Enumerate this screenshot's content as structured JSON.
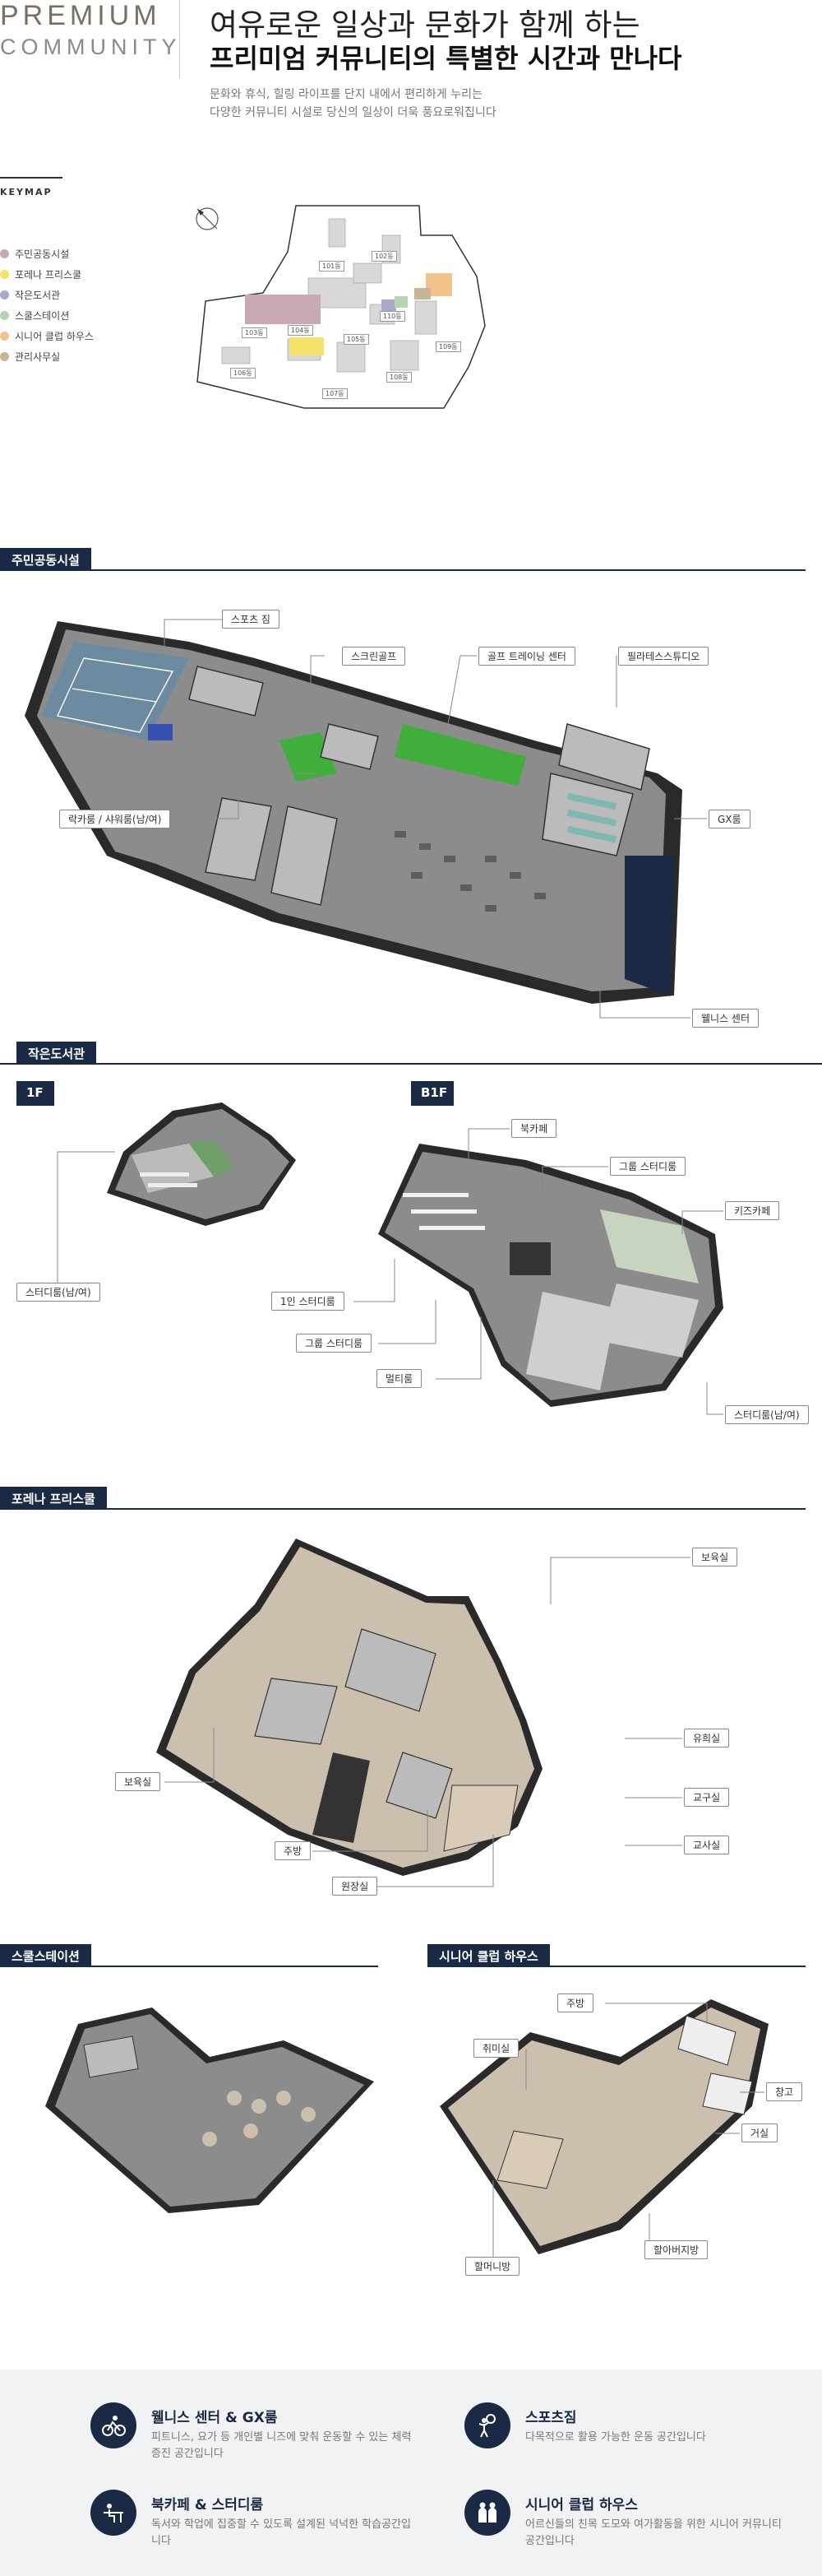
{
  "header": {
    "brand_line1": "PREMIUM",
    "brand_line2": "COMMUNITY",
    "title_light": "여유로운 일상과 문화가 함께 하는",
    "title_bold": "프리미엄 커뮤니티의 특별한 시간과 만나다",
    "description_1": "문화와 휴식, 힐링 라이프를 단지 내에서 편리하게 누리는",
    "description_2": "다양한 커뮤니티 시설로 당신의 일상이 더욱 풍요로워집니다"
  },
  "keymap": {
    "title": "KEYMAP",
    "legend": [
      {
        "label": "주민공동시설",
        "color": "#c9a9b6"
      },
      {
        "label": "포레나 프리스쿨",
        "color": "#f3e16a"
      },
      {
        "label": "작은도서관",
        "color": "#a8a8c8"
      },
      {
        "label": "스쿨스테이션",
        "color": "#b4d5b0"
      },
      {
        "label": "시니어 클럽 하우스",
        "color": "#f2c48c"
      },
      {
        "label": "관리사무실",
        "color": "#c8b594"
      }
    ],
    "buildings": [
      "101동",
      "102동",
      "103동",
      "104동",
      "105동",
      "106동",
      "107동",
      "108동",
      "109동",
      "110동"
    ]
  },
  "sections": {
    "residents": {
      "title": "주민공동시설",
      "labels": [
        "스포츠 짐",
        "스크린골프",
        "골프 트레이닝 센터",
        "필라테스스튜디오",
        "GX룸",
        "락카룸 / 샤워룸(남/여)",
        "웰니스 센터"
      ]
    },
    "library": {
      "title": "작은도서관",
      "floor_1f": "1F",
      "floor_b1f": "B1F",
      "labels_1f": [
        "스터디룸(남/여)"
      ],
      "labels_b1f": [
        "북카페",
        "그룹 스터디룸",
        "키즈카페",
        "1인 스터디룸",
        "그룹 스터디룸",
        "멀티룸",
        "스터디룸(남/여)"
      ]
    },
    "preschool": {
      "title": "포레나 프리스쿨",
      "labels": [
        "보육실",
        "유희실",
        "보육실",
        "교구실",
        "교사실",
        "주방",
        "원장실"
      ]
    },
    "school_station": {
      "title": "스쿨스테이션"
    },
    "senior": {
      "title": "시니어 클럽 하우스",
      "labels": [
        "주방",
        "취미실",
        "창고",
        "거실",
        "할머니방",
        "할아버지방"
      ]
    }
  },
  "features": [
    {
      "title": "웰니스 센터 & GX룸",
      "desc": "피트니스, 요가 등 개인별 니즈에 맞춰 운동할 수 있는 체력증진 공간입니다",
      "icon": "bicycle-icon"
    },
    {
      "title": "스포츠짐",
      "desc": "다목적으로 활용 가능한 운동 공간입니다",
      "icon": "ball-icon"
    },
    {
      "title": "북카페 & 스터디룸",
      "desc": "독서와 학업에 집중할 수 있도록 설계된 넉넉한 학습공간입니다",
      "icon": "desk-icon"
    },
    {
      "title": "시니어 클럽 하우스",
      "desc": "어르신들의 친목 도모와 여가활동을 위한 시니어 커뮤니티 공간입니다",
      "icon": "seniors-icon"
    }
  ],
  "colors": {
    "navy": "#1a2a44",
    "floor": "#8c8c8c",
    "wall": "#2a2a2a",
    "green": "#3fae3a",
    "court": "#6c8aa0"
  }
}
